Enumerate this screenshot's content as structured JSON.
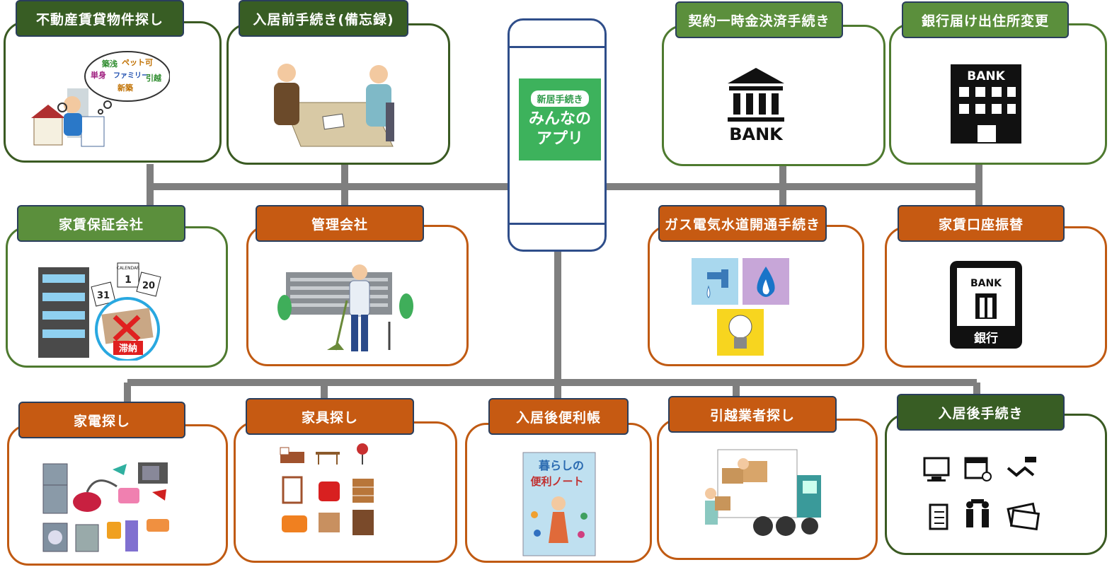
{
  "app": {
    "tag": "新居手続き",
    "line1": "みんなの",
    "line2": "アプリ"
  },
  "cards": {
    "property_search": "不動産賃貸物件探し",
    "pre_move_in": "入居前手続き(備忘録)",
    "contract_payment": "契約一時金決済手続き",
    "bank_address": "銀行届け出住所変更",
    "rent_guarantee": "家賃保証会社",
    "management": "管理会社",
    "utilities": "ガス電気水道開通手続き",
    "rent_transfer": "家賃口座振替",
    "appliances": "家電探し",
    "furniture": "家具探し",
    "handbook": "入居後便利帳",
    "movers": "引越業者探し",
    "post_move_in": "入居後手続き"
  },
  "illustrations": {
    "search_bubbles": [
      "築浅",
      "ペット可",
      "単身",
      "ファミリー",
      "引越",
      "新築"
    ],
    "calendar_word": "CALENDAR",
    "calendar_days": [
      "1",
      "20",
      "31"
    ],
    "overdue_stamp": "滞納",
    "bank_word": "BANK",
    "bank_kanji": "銀行",
    "book_title_1": "暮らしの",
    "book_title_2": "便利ノート"
  },
  "colors": {
    "dark_green": "#385d24",
    "green": "#5b8f3c",
    "orange": "#c65a12",
    "connector": "#7f7f7f",
    "app_green": "#3db25c",
    "phone_blue": "#2f4e8a"
  }
}
